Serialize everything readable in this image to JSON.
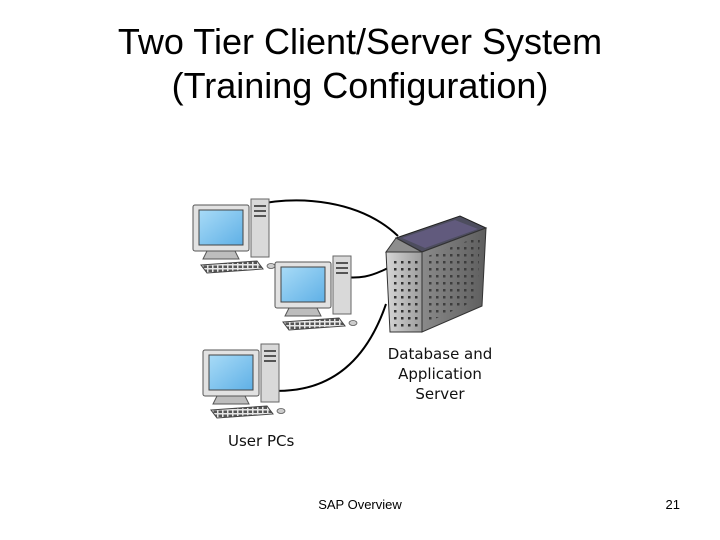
{
  "title": {
    "line1": "Two Tier Client/Server System",
    "line2": "(Training Configuration)"
  },
  "labels": {
    "server": [
      "Database and",
      "Application",
      "Server"
    ],
    "clients": "User PCs"
  },
  "footer": {
    "center": "SAP Overview",
    "page_number": "21"
  },
  "colors": {
    "screen": "#7fc4ee",
    "pc_body": "#dcdcdc",
    "server_front": "#c4c4c4",
    "server_top": "#4a4a5a",
    "cable": "#000000"
  },
  "icons": [
    "desktop-pc-icon",
    "server-tower-icon"
  ]
}
